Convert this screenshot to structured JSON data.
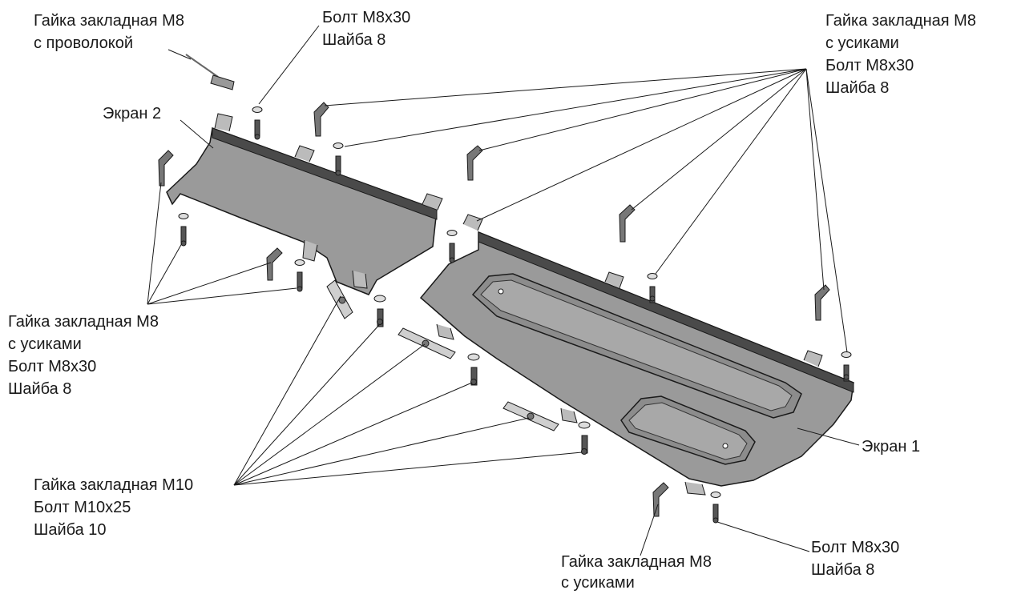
{
  "labels": {
    "nut_wire": {
      "line1": "Гайка закладная М8",
      "line2": "с проволокой"
    },
    "bolt_top": {
      "line1": "Болт М8х30",
      "line2": "Шайба 8"
    },
    "nut_tr": {
      "line1": "Гайка закладная М8",
      "line2": "с усиками",
      "line3": "Болт М8х30",
      "line4": "Шайба 8"
    },
    "screen2": "Экран 2",
    "nut_left": {
      "line1": "Гайка закладная М8",
      "line2": "с усиками",
      "line3": "Болт М8х30",
      "line4": "Шайба 8"
    },
    "nut_m10": {
      "line1": "Гайка закладная М10",
      "line2": "Болт М10х25",
      "line3": "Шайба 10"
    },
    "screen1": "Экран 1",
    "nut_bottom": {
      "line1": "Гайка закладная М8",
      "line2": "с усиками"
    },
    "bolt_br": {
      "line1": "Болт М8х30",
      "line2": "Шайба 8"
    }
  },
  "colors": {
    "line": "#1a1a1a",
    "plate": "#9a9a9a",
    "plate_dark": "#4a4a4a",
    "part": "#777777"
  }
}
